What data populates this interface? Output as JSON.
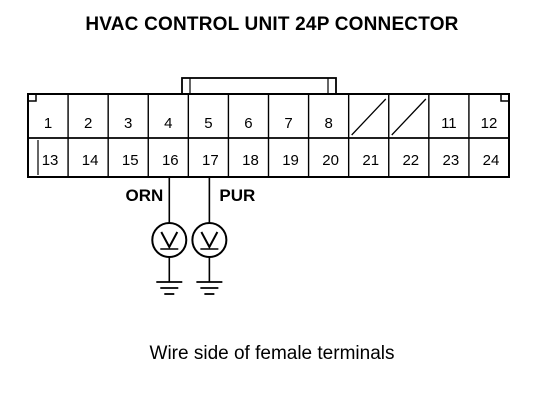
{
  "title": "HVAC CONTROL UNIT 24P CONNECTOR",
  "caption": "Wire side of female terminals",
  "connector": {
    "top_row": [
      "1",
      "2",
      "3",
      "4",
      "5",
      "6",
      "7",
      "8",
      "",
      "",
      "11",
      "12"
    ],
    "bottom_row": [
      "13",
      "14",
      "15",
      "16",
      "17",
      "18",
      "19",
      "20",
      "21",
      "22",
      "23",
      "24"
    ]
  },
  "probes": [
    {
      "pin": "16",
      "wire": "ORN"
    },
    {
      "pin": "17",
      "wire": "PUR"
    }
  ]
}
